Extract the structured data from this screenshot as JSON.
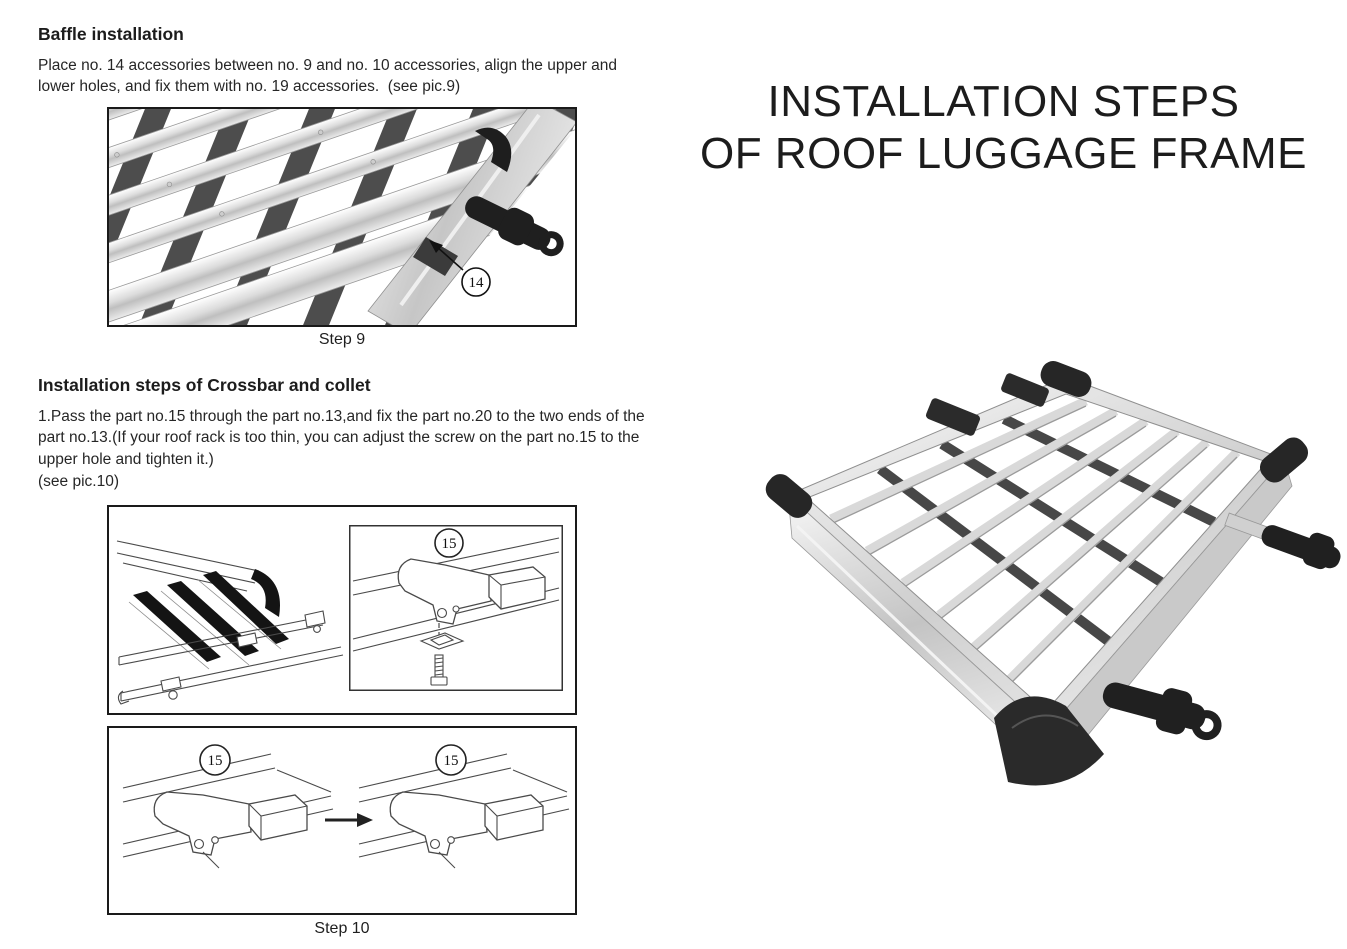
{
  "page": {
    "title_line1": "INSTALLATION STEPS",
    "title_line2": "OF ROOF LUGGAGE FRAME"
  },
  "sections": {
    "baffle": {
      "heading": "Baffle installation",
      "body": "Place no. 14 accessories between no. 9 and no. 10 accessories, align the upper and lower holes, and fix them with no. 19 accessories.  (see pic.9)",
      "caption": "Step 9",
      "callout": "14"
    },
    "crossbar": {
      "heading": "Installation steps of Crossbar and collet",
      "body": "1.Pass the part no.15 through the part no.13,and fix the part no.20 to the two ends of the part no.13.(If your roof rack is too thin, you can adjust the screw on the part no.15 to the upper hole and tighten it.)",
      "note": "(see pic.10)",
      "caption": "Step 10",
      "callout_detail": "15",
      "callout_before": "15",
      "callout_after": "15"
    }
  },
  "colors": {
    "text": "#262626",
    "figure_border": "#1a1a1a",
    "aluminum_light": "#f2f2f2",
    "aluminum_dark": "#b9b9b9",
    "black_part": "#222222"
  }
}
